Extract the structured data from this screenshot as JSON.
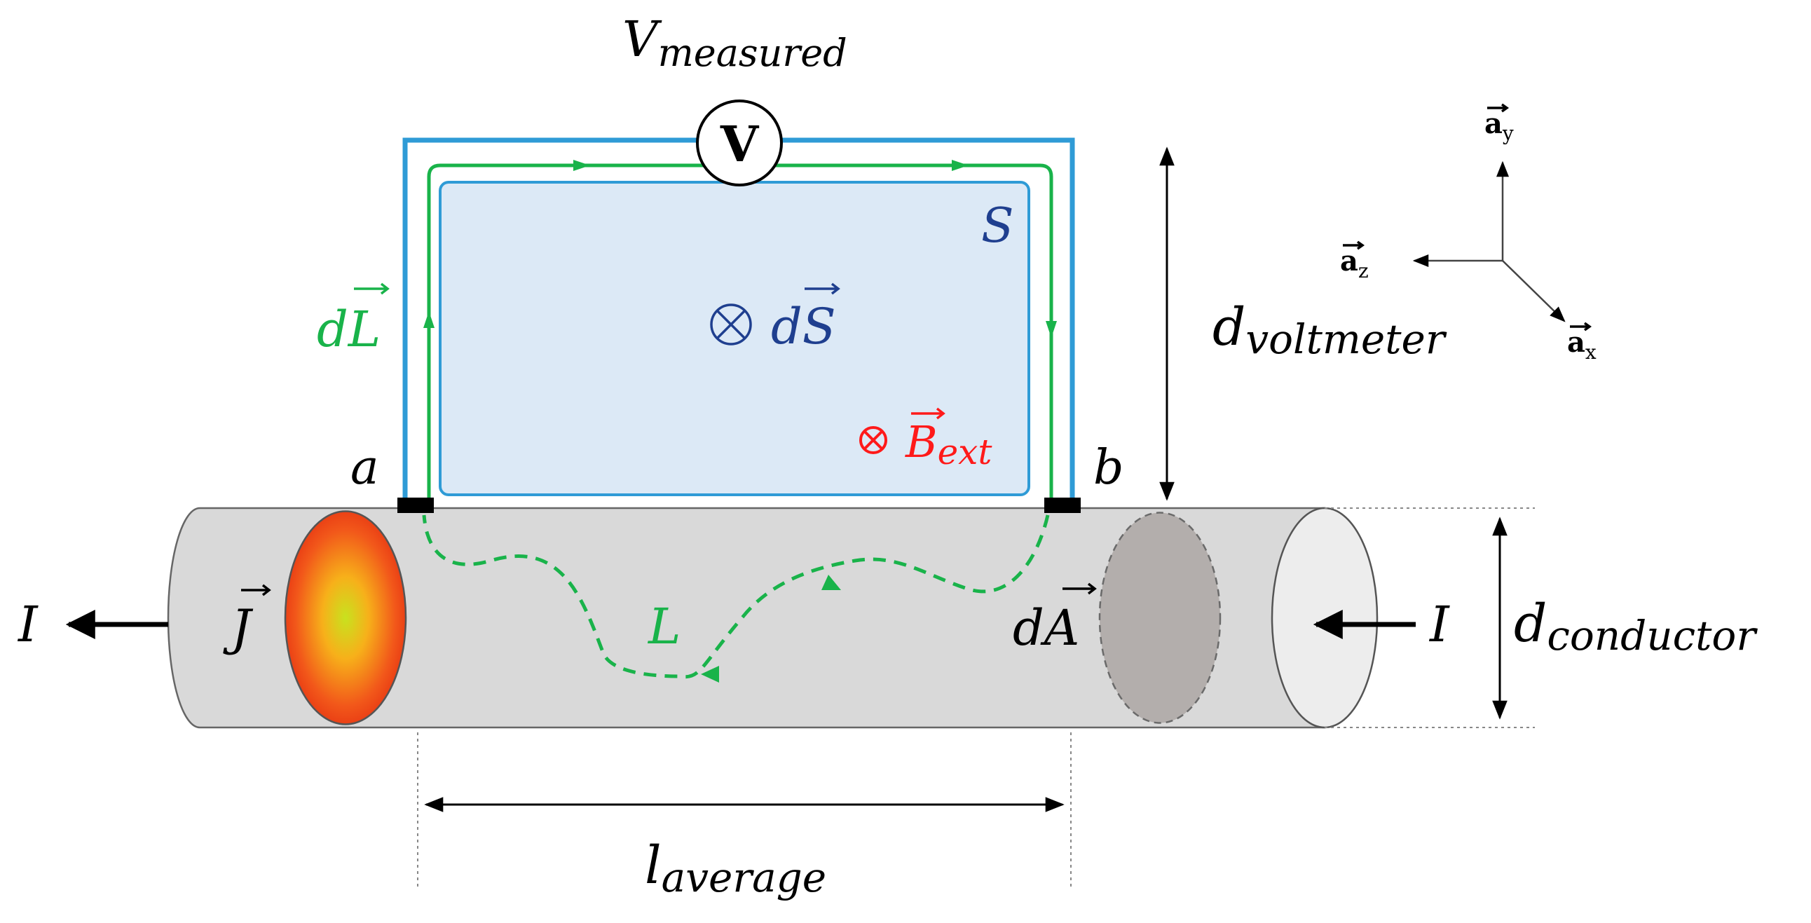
{
  "voltmeter": {
    "label_main": "V",
    "label_sub": "measured",
    "symbol": "V"
  },
  "surface": {
    "label": "S",
    "element_label_main": "dS"
  },
  "loop": {
    "dl_label": "dL"
  },
  "field": {
    "label_main": "B",
    "label_sub": "ext"
  },
  "points": {
    "a": "a",
    "b": "b"
  },
  "conductor": {
    "current": "I",
    "current_density": "J",
    "area_element": "dA",
    "path_label": "L"
  },
  "dimensions": {
    "voltmeter": {
      "main": "d",
      "sub": "voltmeter"
    },
    "conductor": {
      "main": "d",
      "sub": "conductor"
    },
    "length": {
      "main": "l",
      "sub": "average"
    }
  },
  "axes": {
    "y": {
      "main": "a",
      "sub": "y"
    },
    "z": {
      "main": "a",
      "sub": "z"
    },
    "x": {
      "main": "a",
      "sub": "x"
    }
  },
  "colors": {
    "loop_green": "#19b34a",
    "frame_blue": "#2f9bd6",
    "surface_fill": "#dce9f6",
    "surface_text": "#1f3f8f",
    "field_red": "#ff1a1a",
    "conductor_fill": "#d9d9d9",
    "area_fill": "#b3aeac"
  }
}
